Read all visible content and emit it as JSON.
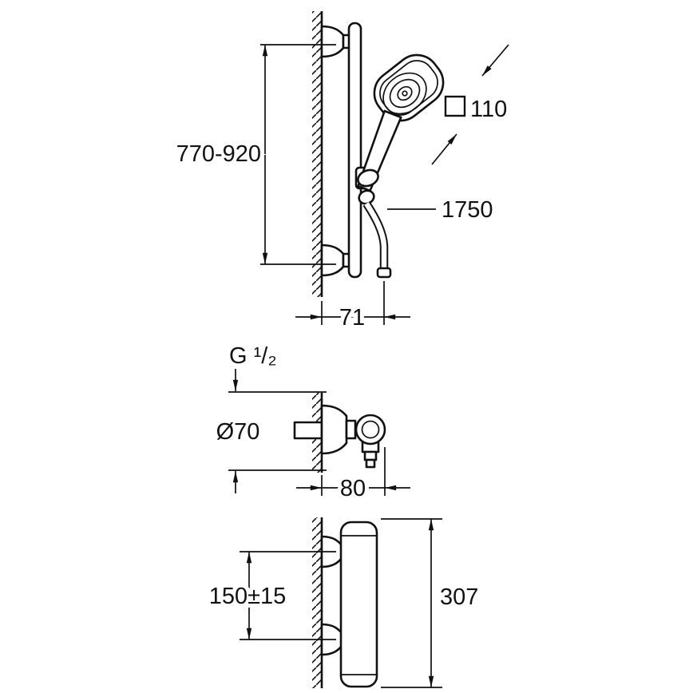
{
  "drawing": {
    "type": "technical-dimension-drawing",
    "colors": {
      "line": "#111111",
      "background": "#ffffff"
    },
    "dims": {
      "rail_height": "770-920",
      "head_width": "110",
      "hose_length": "1750",
      "wall_to_rail": "71",
      "thread": "G ¹/₂",
      "flange_diameter": "Ø70",
      "wall_to_front": "80",
      "inlet_spacing": "150±15",
      "body_length": "307"
    }
  }
}
